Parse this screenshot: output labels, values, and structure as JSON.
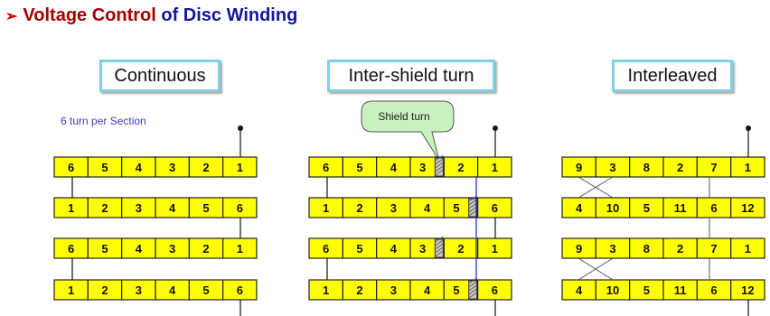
{
  "title": {
    "arrow": "➢",
    "part1": "Voltage Control",
    "part2": "of Disc Winding"
  },
  "panels": [
    {
      "label": "Continuous",
      "rows": [
        [
          "6",
          "5",
          "4",
          "3",
          "2",
          "1"
        ],
        [
          "1",
          "2",
          "3",
          "4",
          "5",
          "6"
        ],
        [
          "6",
          "5",
          "4",
          "3",
          "2",
          "1"
        ],
        [
          "1",
          "2",
          "3",
          "4",
          "5",
          "6"
        ]
      ]
    },
    {
      "label": "Inter-shield turn",
      "rows": [
        [
          "6",
          "5",
          "4",
          "3",
          "2",
          "1"
        ],
        [
          "1",
          "2",
          "3",
          "4",
          "5",
          "6"
        ],
        [
          "6",
          "5",
          "4",
          "3",
          "2",
          "1"
        ],
        [
          "1",
          "2",
          "3",
          "4",
          "5",
          "6"
        ]
      ]
    },
    {
      "label": "Interleaved",
      "rows": [
        [
          "9",
          "3",
          "8",
          "2",
          "7",
          "1"
        ],
        [
          "4",
          "10",
          "5",
          "11",
          "6",
          "12"
        ],
        [
          "9",
          "3",
          "8",
          "2",
          "7",
          "1"
        ],
        [
          "4",
          "10",
          "5",
          "11",
          "6",
          "12"
        ]
      ]
    }
  ],
  "note": "6 turn per Section",
  "callout": "Shield turn",
  "colors": {
    "cell_fill": "#ffff00",
    "shield_fill": "#c8c8c8",
    "callout_fill": "#c8f0c0",
    "title_red": "#a50000",
    "title_blue": "#1414a0"
  }
}
